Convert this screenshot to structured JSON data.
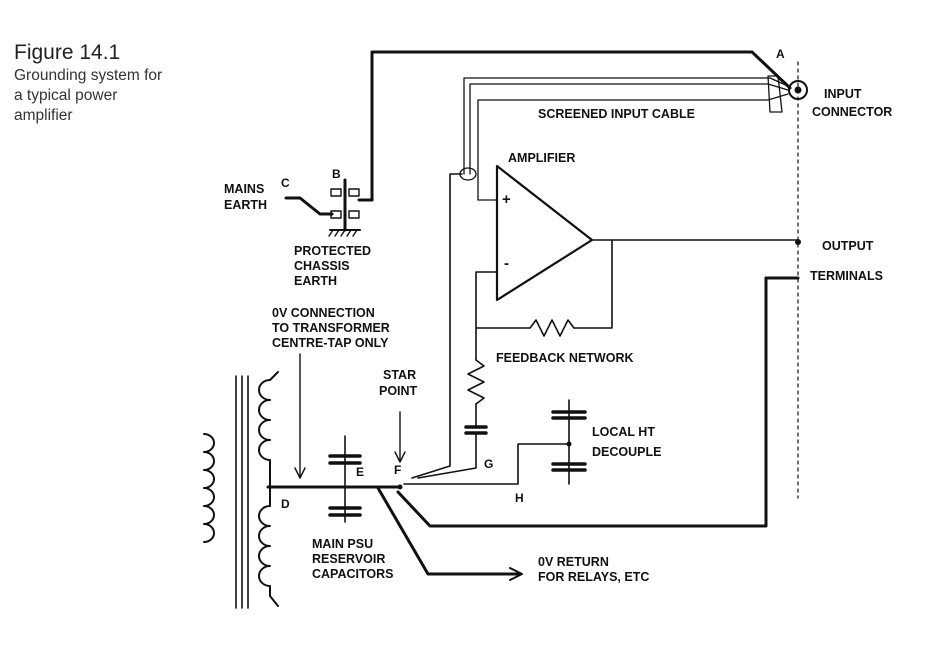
{
  "caption": {
    "title": "Figure 14.1",
    "lines": [
      "Grounding system for",
      "a typical power",
      "amplifier"
    ]
  },
  "nodes": {
    "a": "A",
    "b": "B",
    "c": "C",
    "d": "D",
    "e": "E",
    "f": "F",
    "g": "G",
    "h": "H"
  },
  "labels": {
    "input_connector": [
      "INPUT",
      "CONNECTOR"
    ],
    "screened_input_cable": "SCREENED INPUT CABLE",
    "amplifier": "AMPLIFIER",
    "mains_earth": [
      "MAINS",
      "EARTH"
    ],
    "protected_chassis_earth": [
      "PROTECTED",
      "CHASSIS",
      "EARTH"
    ],
    "output_terminals": [
      "OUTPUT",
      "TERMINALS"
    ],
    "zero_v_connection": [
      "0V CONNECTION",
      "TO TRANSFORMER",
      "CENTRE-TAP ONLY"
    ],
    "feedback_network": "FEEDBACK NETWORK",
    "star_point": [
      "STAR",
      "POINT"
    ],
    "local_ht_decouple": [
      "LOCAL HT",
      "DECOUPLE"
    ],
    "main_psu_reservoir": [
      "MAIN PSU",
      "RESERVOIR",
      "CAPACITORS"
    ],
    "zero_v_return": [
      "0V RETURN",
      "FOR RELAYS, ETC"
    ]
  },
  "symbols": {
    "plus": "+",
    "minus": "-"
  }
}
